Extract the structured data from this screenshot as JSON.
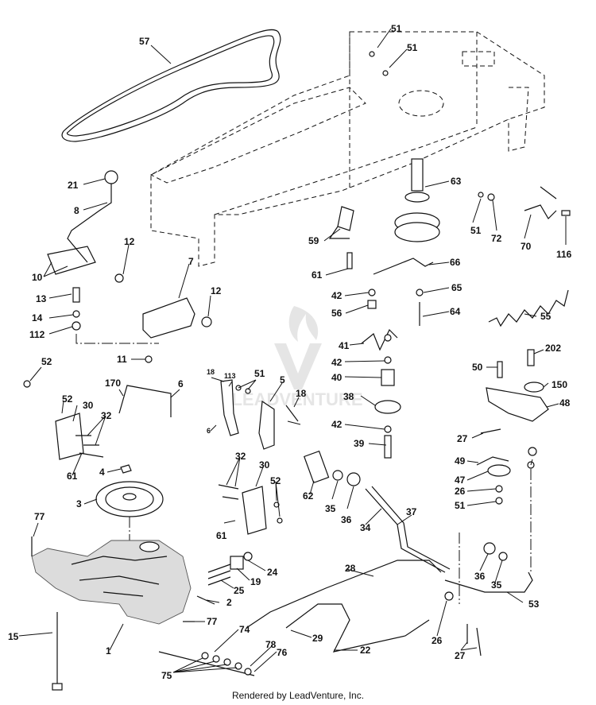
{
  "credit": "Rendered by LeadVenture, Inc.",
  "watermark": "LEADVENTURE",
  "part_numbers": [
    "57",
    "51",
    "51",
    "63",
    "21",
    "8",
    "12",
    "7",
    "59",
    "66",
    "51",
    "72",
    "70",
    "116",
    "10",
    "61",
    "42",
    "65",
    "56",
    "64",
    "12",
    "13",
    "14",
    "112",
    "55",
    "41",
    "42",
    "202",
    "11",
    "52",
    "40",
    "50",
    "150",
    "18",
    "113",
    "51",
    "5",
    "170",
    "6",
    "38",
    "48",
    "52",
    "30",
    "18",
    "32",
    "42",
    "6",
    "27",
    "39",
    "61",
    "32",
    "30",
    "52",
    "49",
    "4",
    "62",
    "47",
    "35",
    "26",
    "36",
    "51",
    "37",
    "3",
    "61",
    "34",
    "77",
    "24",
    "28",
    "19",
    "25",
    "36",
    "35",
    "2",
    "53",
    "77",
    "15",
    "1",
    "74",
    "78",
    "29",
    "76",
    "26",
    "22",
    "27",
    "75"
  ]
}
